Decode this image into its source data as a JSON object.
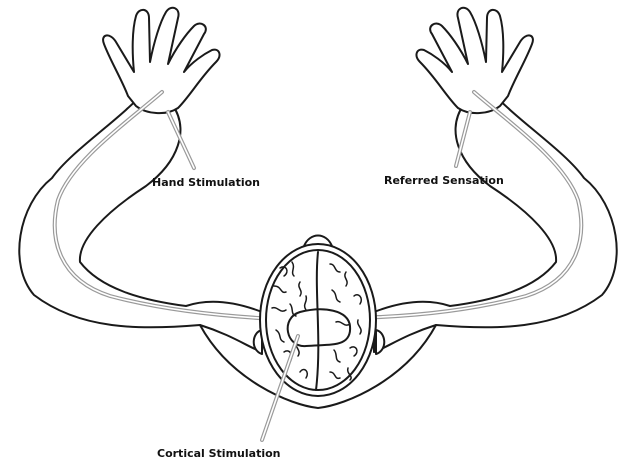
{
  "labels": {
    "hand_stimulation": "Hand Stimulation",
    "referred_sensation": "Referred Sensation",
    "cortical_stimulation": "Cortical Stimulation"
  },
  "colors": {
    "outline": "#1a1a1a",
    "pathway": "#9a9a9a",
    "background": "#ffffff"
  }
}
